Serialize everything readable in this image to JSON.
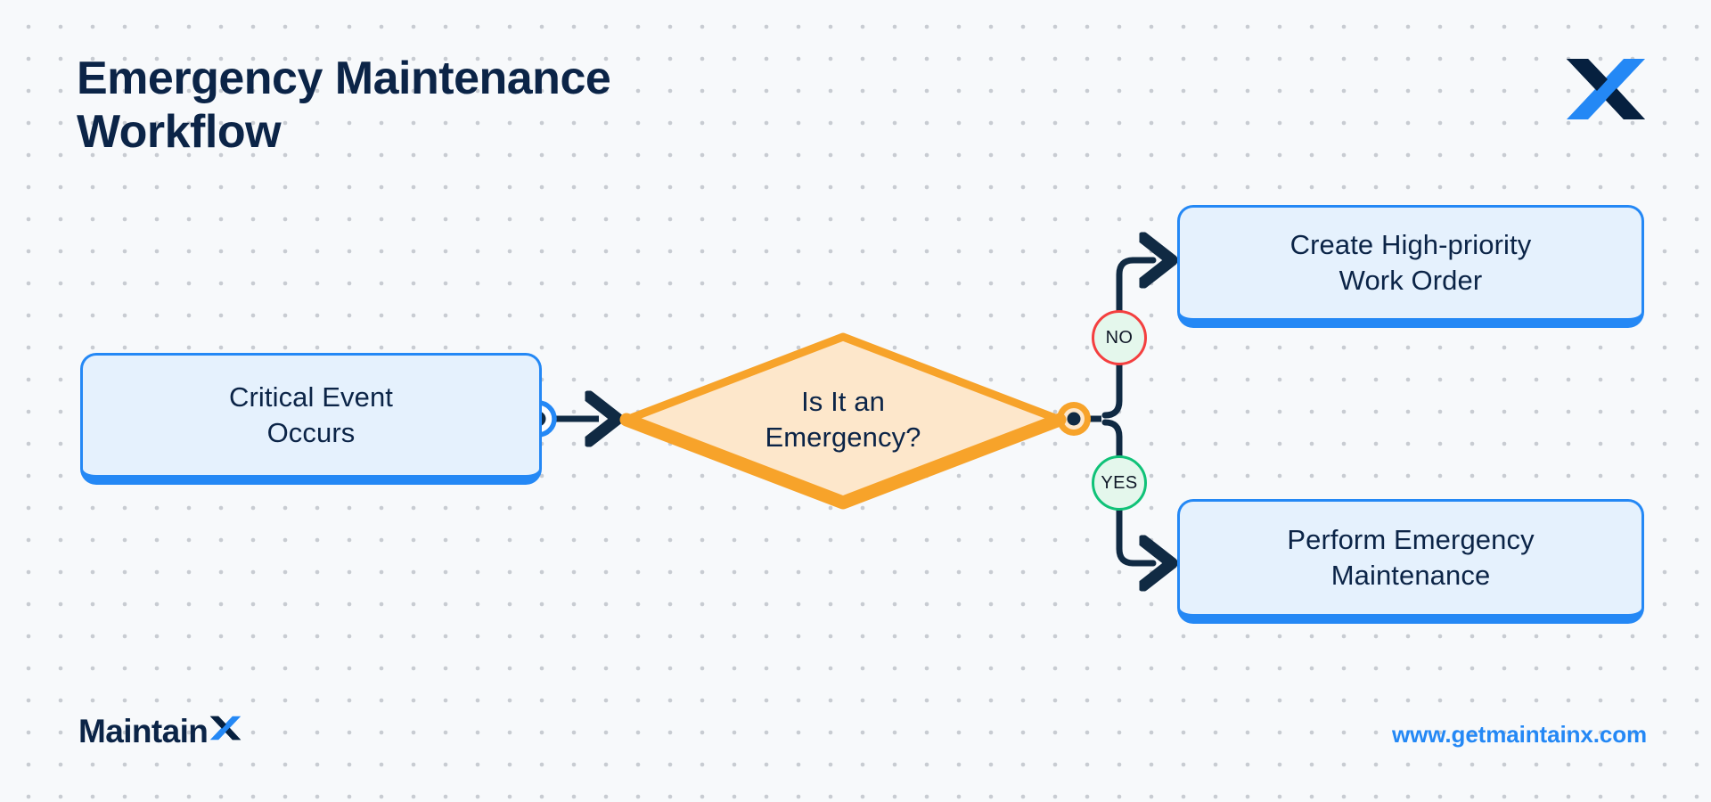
{
  "header": {
    "title": "Emergency Maintenance\nWorkflow",
    "logo_icon": "maintainx-x-logo"
  },
  "diagram": {
    "type": "flowchart",
    "nodes": [
      {
        "id": "start",
        "shape": "rounded-rect",
        "label": "Critical Event\nOccurs",
        "fill": "#e5f1fd",
        "stroke": "#2488f5"
      },
      {
        "id": "decision",
        "shape": "diamond",
        "label": "Is It an\nEmergency?",
        "fill": "#fde7cb",
        "stroke": "#f7a32a"
      },
      {
        "id": "work-order",
        "shape": "rounded-rect",
        "label": "Create High-priority\nWork Order",
        "fill": "#e5f1fd",
        "stroke": "#2488f5"
      },
      {
        "id": "maintenance",
        "shape": "rounded-rect",
        "label": "Perform Emergency\nMaintenance",
        "fill": "#e5f1fd",
        "stroke": "#2488f5"
      }
    ],
    "branches": [
      {
        "id": "no",
        "label": "NO",
        "stroke": "#f43f3f",
        "fill": "#e4f7ec"
      },
      {
        "id": "yes",
        "label": "YES",
        "stroke": "#10c278",
        "fill": "#e4f7ec"
      }
    ],
    "connectors": [
      {
        "from": "start",
        "to": "decision",
        "label": ""
      },
      {
        "from": "decision",
        "to": "work-order",
        "label": "NO"
      },
      {
        "from": "decision",
        "to": "maintenance",
        "label": "YES"
      }
    ],
    "connector_color": "#102a43",
    "port_start_color": "#2488f5",
    "port_decision_color": "#f7a32a"
  },
  "footer": {
    "wordmark_text": "Maintain",
    "wordmark_icon": "maintainx-x-logo",
    "url": "www.getmaintainx.com"
  },
  "theme": {
    "background": "#f7f9fb",
    "dot_grid": "#c8ccd2",
    "ink": "#0b2447",
    "accent_blue": "#2488f5",
    "accent_navy": "#06203f",
    "accent_orange": "#f7a32a",
    "accent_red": "#f43f3f",
    "accent_green": "#10c278"
  }
}
